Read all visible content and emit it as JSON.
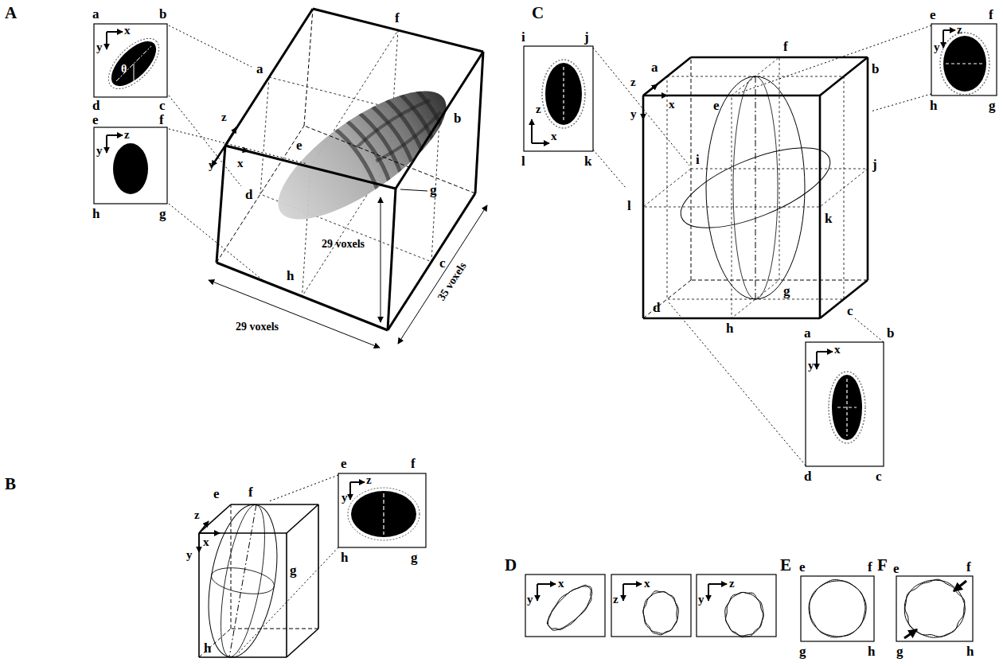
{
  "diagram": {
    "labels": [
      "A",
      "a",
      "b",
      "x",
      "y",
      "θ",
      "d",
      "c",
      "e",
      "f",
      "z",
      "y",
      "h",
      "g",
      "a",
      "f",
      "b",
      "z",
      "x",
      "e",
      "y",
      "d",
      "g",
      "c",
      "h",
      "29 voxels",
      "29 voxels",
      "35 voxels",
      "C",
      "e",
      "f",
      "z",
      "y",
      "h",
      "g",
      "f",
      "z",
      "a",
      "x",
      "e",
      "b",
      "y",
      "i",
      "j",
      "i",
      "j",
      "l",
      "k",
      "g",
      "z",
      "x",
      "l",
      "k",
      "d",
      "h",
      "c",
      "a",
      "x",
      "b",
      "y",
      "d",
      "c",
      "B",
      "f",
      "z",
      "e",
      "x",
      "y",
      "g",
      "h",
      "e",
      "f",
      "z",
      "y",
      "h",
      "g",
      "D",
      "x",
      "y",
      "x",
      "z",
      "z",
      "y",
      "E",
      "e",
      "f",
      "g",
      "h",
      "F",
      "e",
      "f",
      "g",
      "h"
    ]
  }
}
